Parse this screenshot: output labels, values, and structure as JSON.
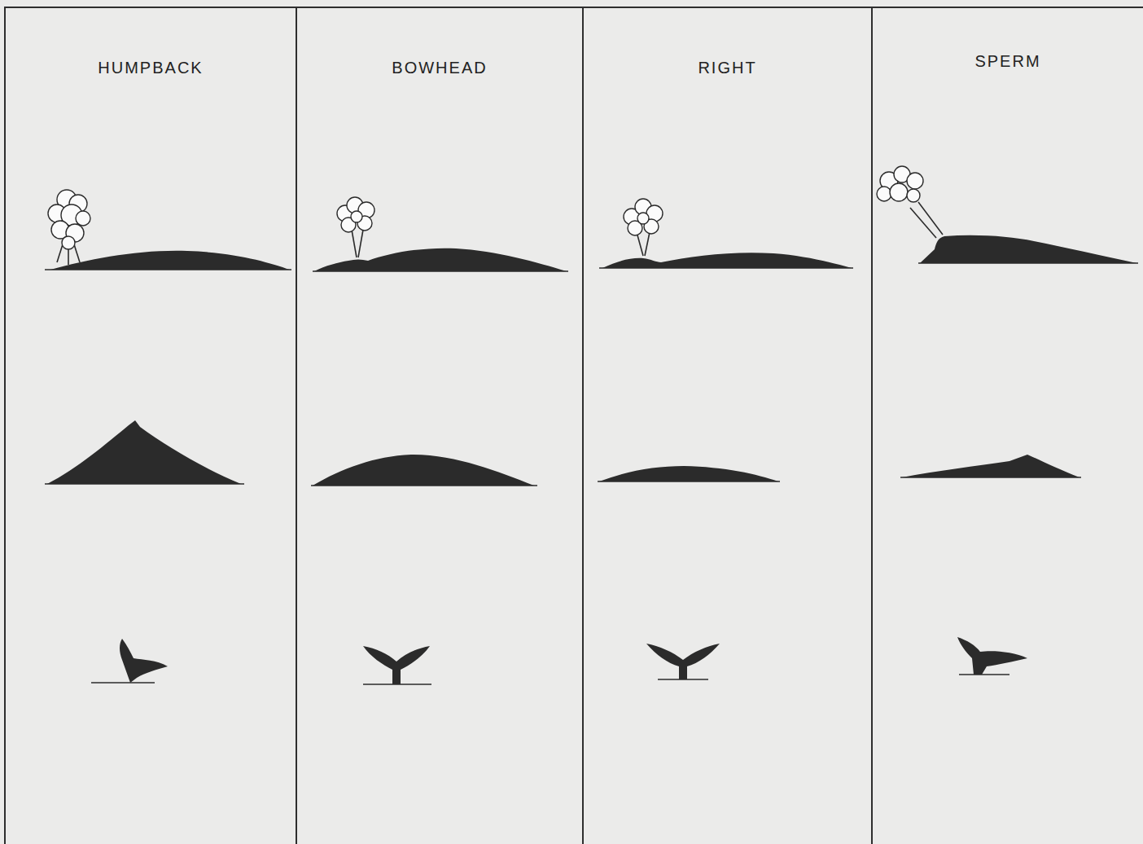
{
  "diagram": {
    "nodes": [
      {
        "text": [
          "HUMPBACK"
        ]
      },
      {
        "text": [
          "BOWHEAD"
        ]
      },
      {
        "text": [
          "RIGHT"
        ]
      },
      {
        "text": [
          "SPERM"
        ]
      }
    ]
  }
}
